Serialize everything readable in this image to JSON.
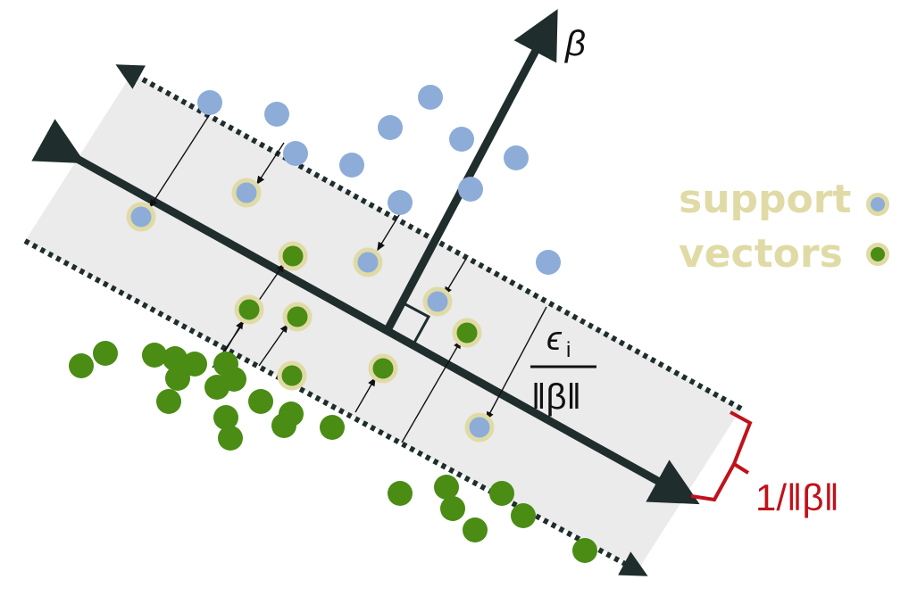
{
  "labels": {
    "beta_arrow": "β",
    "slack_numerator": "ϵ",
    "slack_subscript": "i",
    "slack_denominator": "‖β‖",
    "margin_width": "1/‖β‖"
  },
  "legend": {
    "line1": "support",
    "line2": "vectors"
  },
  "colors": {
    "blue_point": "#8eacd8",
    "green_point": "#4a8c14",
    "support_ring": "#e0dba6",
    "margin_band": "#ebebeb",
    "axis_dark": "#1f2d2d",
    "margin_label": "#c0121a"
  }
}
